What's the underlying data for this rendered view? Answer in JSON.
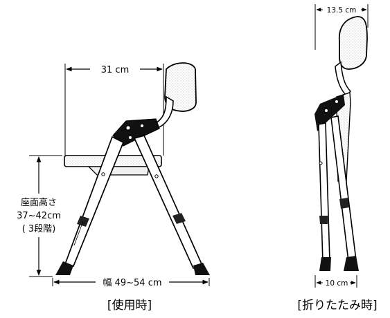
{
  "in_use": {
    "caption": "[使用時]",
    "depth_label": "31 cm",
    "seat_height": {
      "line1": "座面高さ",
      "line2": "37~42cm",
      "line3": "( 3段階)"
    },
    "width_label": "幅 49~54 cm"
  },
  "folded": {
    "caption": "[折りたたみ時]",
    "top_width_label": "13.5 cm",
    "bottom_width_label": "10 cm"
  },
  "colors": {
    "line": "#000000",
    "shading": "#dcdcdc",
    "background": "#ffffff"
  }
}
